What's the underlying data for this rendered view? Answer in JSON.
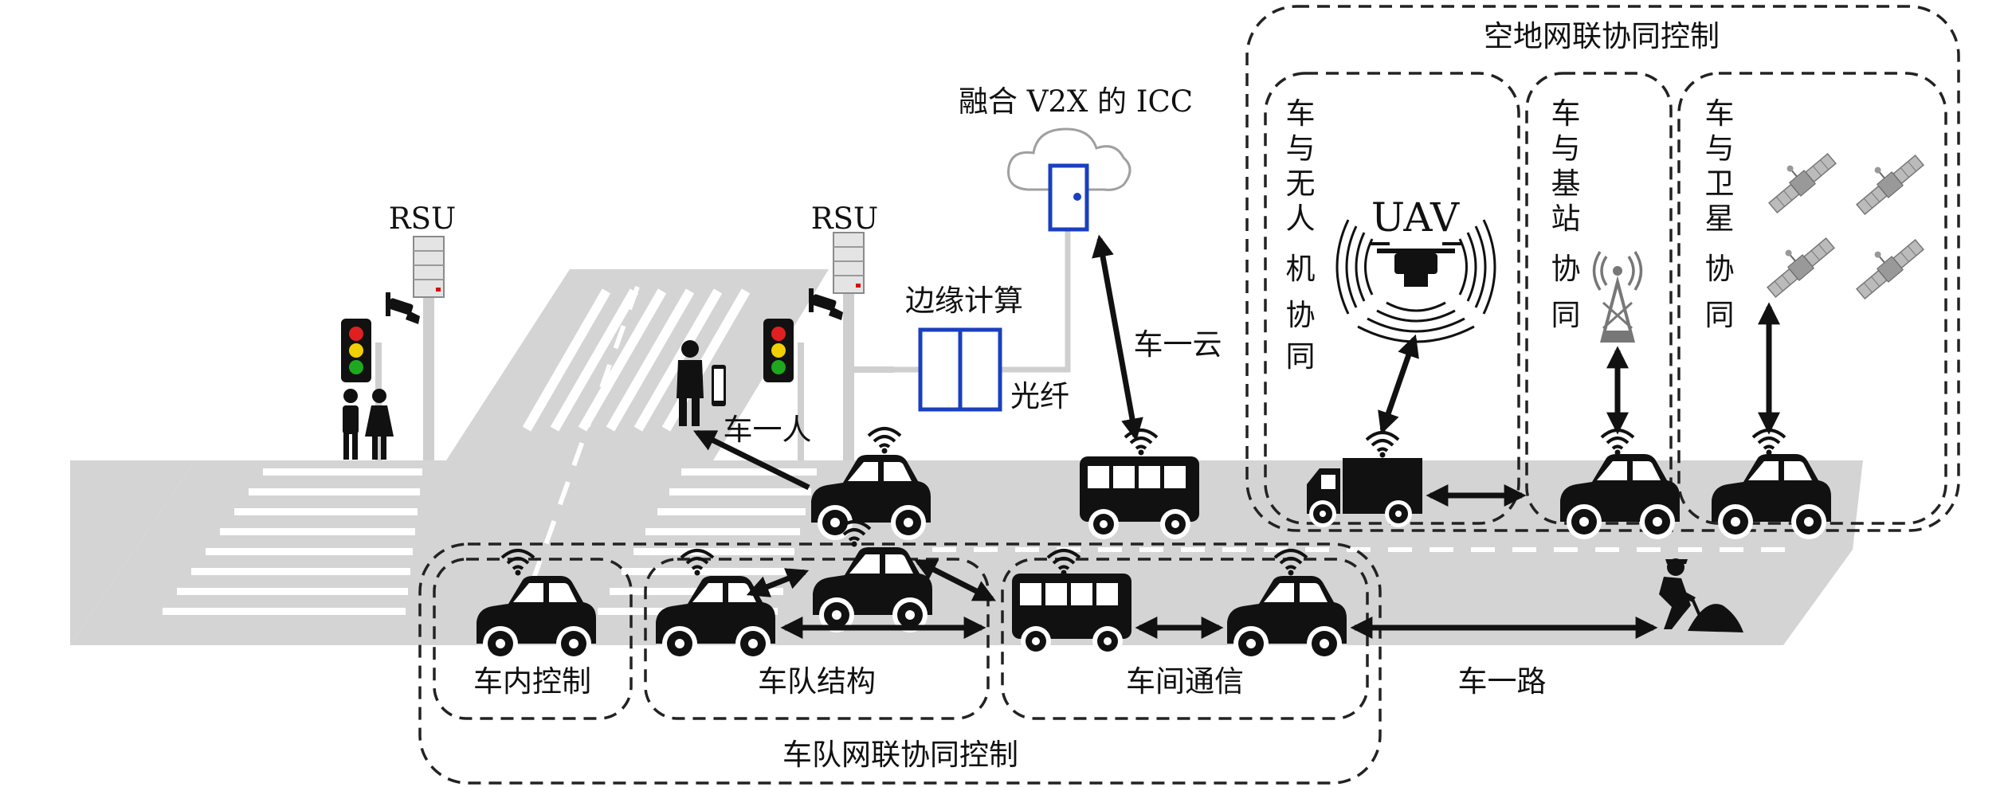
{
  "labels": {
    "rsu_left": "RSU",
    "rsu_right": "RSU",
    "icc": "融合 V2X 的 ICC",
    "edge_computing": "边缘计算",
    "fiber": "光纤",
    "vehicle_cloud": "车一云",
    "vehicle_person": "车一人",
    "vehicle_road": "车一路",
    "in_vehicle_control": "车内控制",
    "platoon_structure": "车队结构",
    "inter_vehicle_comm": "车间通信",
    "platoon_network_control": "车队网联协同控制",
    "space_ground_control": "空地网联协同控制",
    "uav": "UAV"
  },
  "vertical_labels": {
    "vehicle_uav": [
      "车",
      "与",
      "无",
      "人",
      "机",
      "协",
      "同"
    ],
    "vehicle_base_station": [
      "车",
      "与",
      "基",
      "站",
      "协",
      "同"
    ],
    "vehicle_satellite": [
      "车",
      "与",
      "卫",
      "星",
      "协",
      "同"
    ]
  },
  "colors": {
    "road": "#d4d4d4",
    "pole": "#cfcfcf",
    "icc_blue": "#1a3fbf",
    "vehicle": "#111111",
    "frame": "#222222"
  },
  "icons": {
    "vehicle": "car-icon",
    "bus": "bus-icon",
    "truck": "truck-icon",
    "uav": "drone-icon",
    "tower": "tower-icon",
    "satellite": "satellite-icon",
    "worker": "road-worker-icon",
    "pedestrian": "pedestrian-icon",
    "traffic_light": "traffic-light-icon",
    "camera": "camera-icon",
    "server": "server-icon",
    "cloud": "cloud-icon"
  }
}
